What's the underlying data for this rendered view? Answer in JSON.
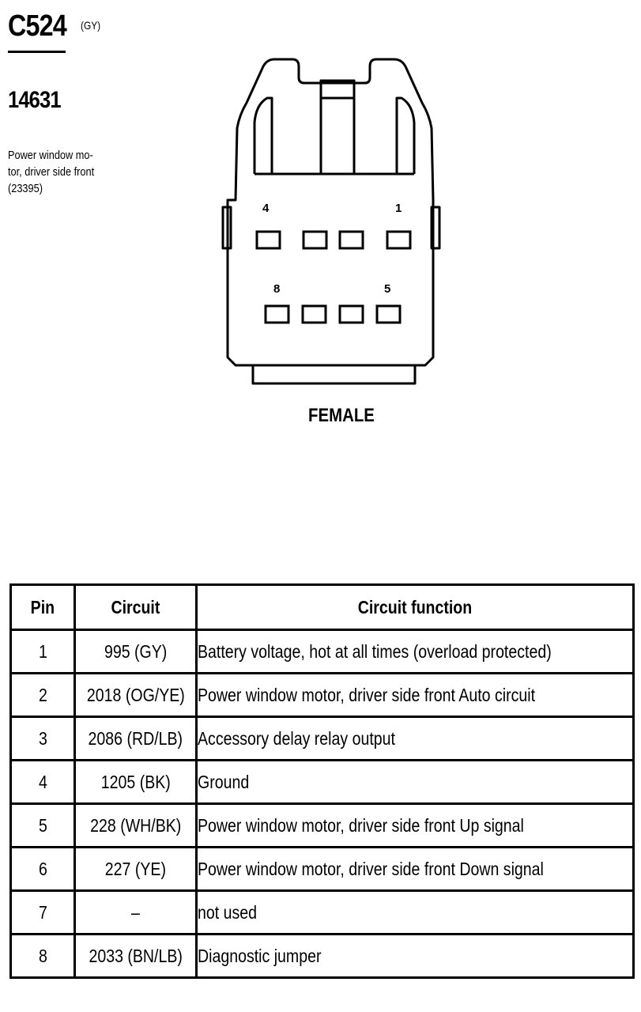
{
  "connector": {
    "id": "C524",
    "color_code": "(GY)",
    "part_number": "14631",
    "description_lines": [
      "Power window mo-",
      "tor, driver side front",
      "(23395)"
    ]
  },
  "diagram": {
    "pin_labels": {
      "top_left": "4",
      "top_right": "1",
      "bottom_left": "8",
      "bottom_right": "5"
    },
    "gender": "FEMALE"
  },
  "table": {
    "headers": {
      "pin": "Pin",
      "circuit": "Circuit",
      "function": "Circuit function"
    },
    "rows": [
      {
        "pin": "1",
        "circuit": "995 (GY)",
        "function": "Battery voltage, hot at all times (overload protected)"
      },
      {
        "pin": "2",
        "circuit": "2018 (OG/YE)",
        "function": "Power window motor, driver side front  Auto circuit"
      },
      {
        "pin": "3",
        "circuit": "2086 (RD/LB)",
        "function": "Accessory delay relay output"
      },
      {
        "pin": "4",
        "circuit": "1205 (BK)",
        "function": "Ground"
      },
      {
        "pin": "5",
        "circuit": "228 (WH/BK)",
        "function": "Power window motor, driver side front  Up signal"
      },
      {
        "pin": "6",
        "circuit": "227 (YE)",
        "function": "Power window motor, driver side front  Down signal"
      },
      {
        "pin": "7",
        "circuit": "–",
        "function": "not used"
      },
      {
        "pin": "8",
        "circuit": "2033 (BN/LB)",
        "function": "Diagnostic jumper"
      }
    ]
  }
}
